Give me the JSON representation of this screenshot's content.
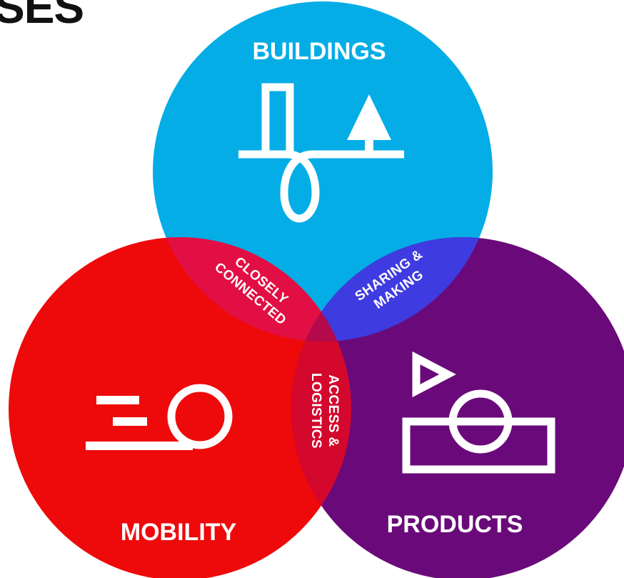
{
  "heading_fragment": "SES",
  "diagram": {
    "circles": [
      {
        "id": "buildings",
        "label": "BUILDINGS",
        "color": "#04ADE6",
        "icon": "building-and-tree-icon"
      },
      {
        "id": "mobility",
        "label": "MOBILITY",
        "color": "#EE0A0A",
        "icon": "speed-lines-wheel-icon"
      },
      {
        "id": "products",
        "label": "PRODUCTS",
        "color": "#6A0A7A",
        "icon": "triangle-circle-box-icon"
      }
    ],
    "overlaps": [
      {
        "id": "buildings-mobility",
        "lines": [
          "CLOSELY",
          "CONNECTED"
        ],
        "color": "#E10F43"
      },
      {
        "id": "buildings-products",
        "lines": [
          "SHARING &",
          "MAKING"
        ],
        "color": "#3E3BE0"
      },
      {
        "id": "mobility-products",
        "lines": [
          "ACCESS &",
          "LOGISTICS"
        ],
        "color": "#D4072C"
      }
    ]
  }
}
